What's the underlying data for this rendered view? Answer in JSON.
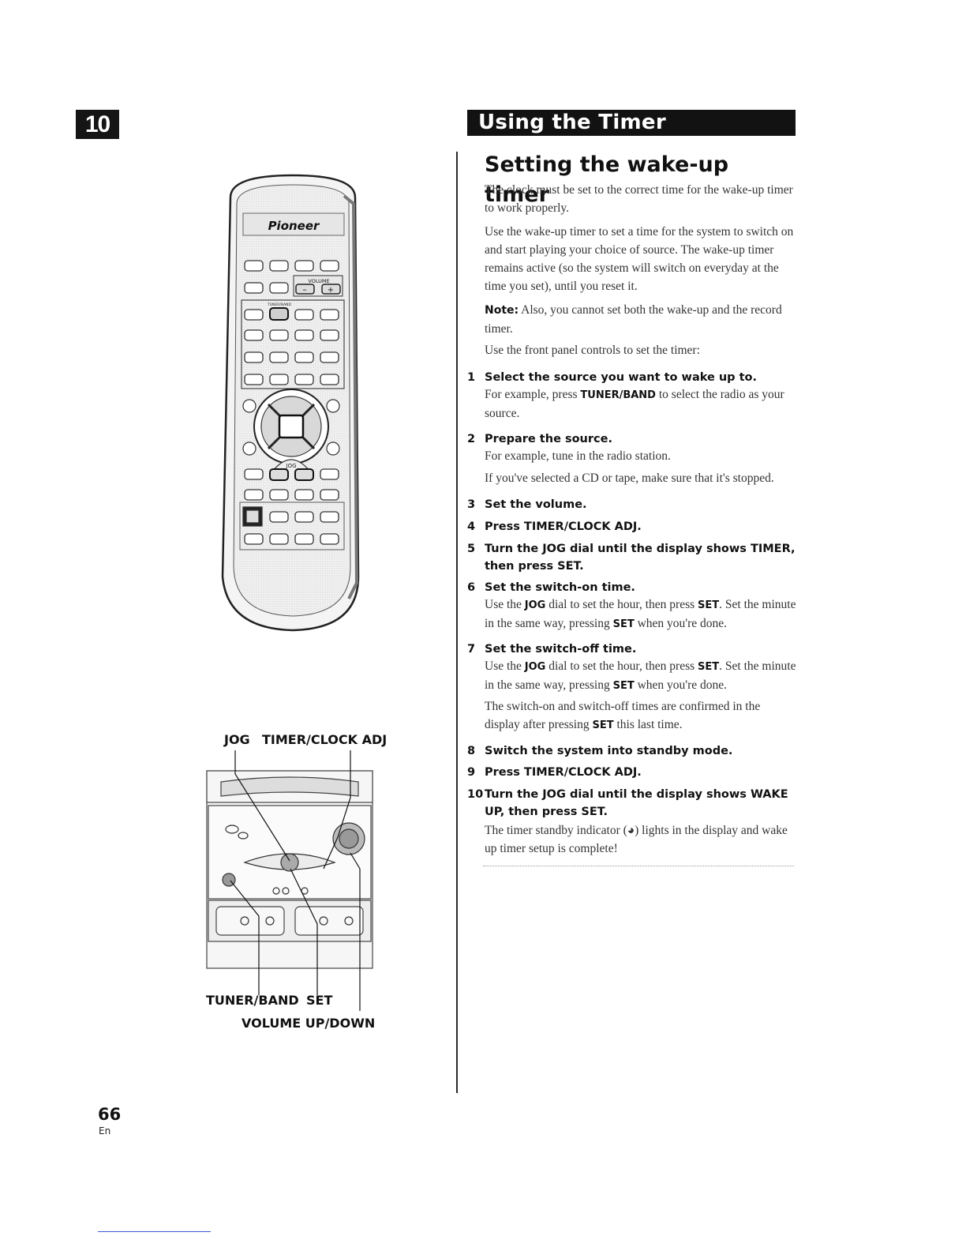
{
  "chapter": {
    "number": "10"
  },
  "banner": {
    "title": "Using the Timer"
  },
  "section": {
    "heading": "Setting the wake-up timer",
    "intro": [
      "The clock must be set to the correct time for the wake-up timer to work properly.",
      "Use the wake-up timer to set a time for the system to switch on and start playing your choice of source. The wake-up timer remains active (so the system will switch on everyday at the time you set), until you reset it."
    ],
    "note": {
      "label": "Note:",
      "text": " Also, you cannot set both the wake-up and the record timer."
    },
    "lead": "Use the front panel controls to set the timer:"
  },
  "steps": [
    {
      "num": "1",
      "title": "Select the source you want to wake up to.",
      "body_pre": "For example, press ",
      "body_kw": "TUNER/BAND",
      "body_post": " to select the radio as your source."
    },
    {
      "num": "2",
      "title": "Prepare the source.",
      "body1": "For example, tune in the radio station.",
      "body2": "If you've selected a CD or tape, make sure that it's stopped."
    },
    {
      "num": "3",
      "title": "Set the volume."
    },
    {
      "num": "4",
      "title": "Press TIMER/CLOCK ADJ."
    },
    {
      "num": "5",
      "title": "Turn the JOG dial until the display shows TIMER, then press SET."
    },
    {
      "num": "6",
      "title": "Set the switch-on time.",
      "a": "Use the ",
      "kw1": "JOG",
      "b": " dial to set the hour, then press ",
      "kw2": "SET",
      "c": ". Set the minute in the same way, pressing ",
      "kw3": "SET",
      "d": " when you're done."
    },
    {
      "num": "7",
      "title": "Set the switch-off time.",
      "a": "Use the ",
      "kw1": "JOG",
      "b": " dial to set the hour, then press ",
      "kw2": "SET",
      "c": ". Set the minute in the same way, pressing ",
      "kw3": "SET",
      "d": " when you're done.",
      "extra_pre": "The switch-on and switch-off times are confirmed in the display after pressing ",
      "extra_kw": "SET",
      "extra_post": " this last time."
    },
    {
      "num": "8",
      "title": "Switch the system into standby mode."
    },
    {
      "num": "9",
      "title": "Press TIMER/CLOCK ADJ."
    },
    {
      "num": "10",
      "title": "Turn the JOG dial until the display shows WAKE UP, then press SET.",
      "body": "The timer standby indicator (◕) lights in the display and wake up timer setup is complete!"
    }
  ],
  "remote": {
    "brand": "Pioneer",
    "volume_label": "VOLUME",
    "tuner_label": "TUNER/BAND",
    "jog_label": "JOG"
  },
  "callouts": {
    "jog": "JOG",
    "timer_clock_adj": "TIMER/CLOCK ADJ",
    "tuner_band": "TUNER/BAND",
    "set": "SET",
    "volume_up_down": "VOLUME UP/DOWN"
  },
  "footer": {
    "page_number": "66",
    "language": "En"
  }
}
